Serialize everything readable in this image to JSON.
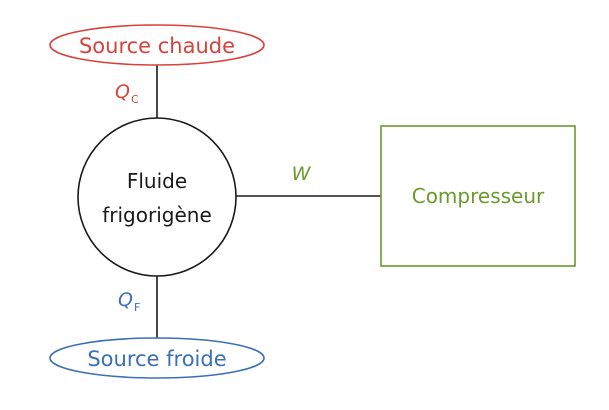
{
  "colors": {
    "hot": "#d9413a",
    "cold": "#3b6fb6",
    "work": "#6a9a2e",
    "line": "#1a1a1a",
    "background": "#ffffff"
  },
  "hot_source": {
    "label": "Source chaude",
    "heat_symbol": "Q",
    "heat_subscript": "C"
  },
  "cold_source": {
    "label": "Source froide",
    "heat_symbol": "Q",
    "heat_subscript": "F"
  },
  "fluid": {
    "line1": "Fluide",
    "line2": "frigorigène"
  },
  "compressor": {
    "label": "Compresseur",
    "work_symbol": "W"
  }
}
